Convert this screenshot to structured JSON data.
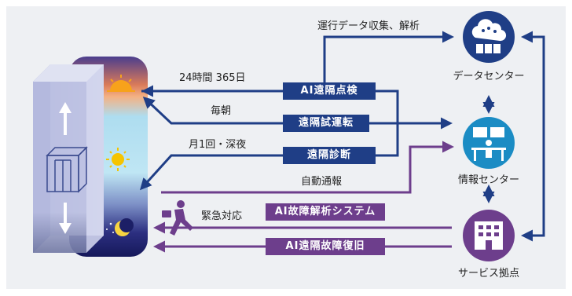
{
  "colors": {
    "navy": "#1f3e86",
    "teal": "#1b8cc4",
    "purple": "#6d3e8c",
    "gray": "#5a6270"
  },
  "labels": {
    "collect": "運行データ収集、解析",
    "hours": "24時間 365日",
    "morning": "毎朝",
    "monthly": "月1回・深夜",
    "auto_report": "自動通報",
    "emergency": "緊急対応"
  },
  "boxes": {
    "remote_inspection": "AI遠隔点検",
    "remote_test": "遠隔試運転",
    "remote_diagnosis": "遠隔診断",
    "ai_analysis": "AI故障解析システム",
    "ai_recovery": "AI遠隔故障復旧"
  },
  "nodes": {
    "data_center": {
      "label": "データセンター",
      "icon": "cloud-server-icon"
    },
    "info_center": {
      "label": "情報センター",
      "icon": "monitor-desk-icon"
    },
    "service_base": {
      "label": "サービス拠点",
      "icon": "building-icon"
    }
  },
  "time_icons": [
    "sunrise-icon",
    "sun-icon",
    "moon-icon"
  ]
}
